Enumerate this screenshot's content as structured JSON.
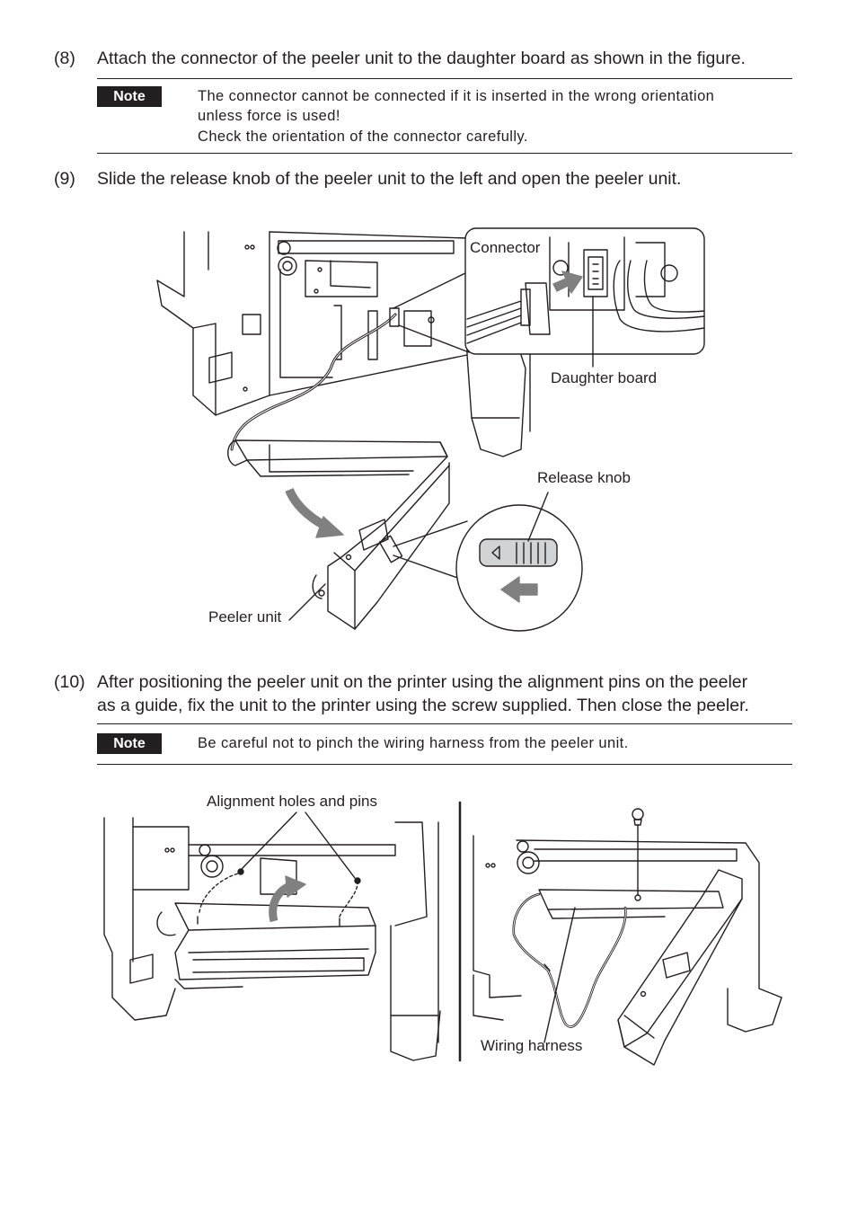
{
  "step8": {
    "number": "(8)",
    "text": "Attach the connector of the peeler unit to the daughter board as shown in the figure."
  },
  "note1": {
    "badge": "Note",
    "line1": "The connector cannot be connected if it is inserted in the wrong orientation",
    "line2": "unless force is used!",
    "line3": "Check the orientation of the connector carefully."
  },
  "step9": {
    "number": "(9)",
    "text": "Slide the release knob of the peeler unit to the left and open the peeler unit."
  },
  "figure1": {
    "connector": "Connector",
    "daughter_board": "Daughter board",
    "release_knob": "Release knob",
    "peeler_unit": "Peeler unit"
  },
  "step10": {
    "number": "(10)",
    "line1": "After positioning the peeler unit on the printer using the alignment pins on the peeler",
    "line2": "as a guide, fix the unit to the printer using the screw supplied. Then close the peeler."
  },
  "note2": {
    "badge": "Note",
    "line1": "Be careful not to pinch the wiring harness from the peeler unit."
  },
  "figure2": {
    "alignment": "Alignment holes and pins",
    "wiring_harness": "Wiring harness"
  }
}
